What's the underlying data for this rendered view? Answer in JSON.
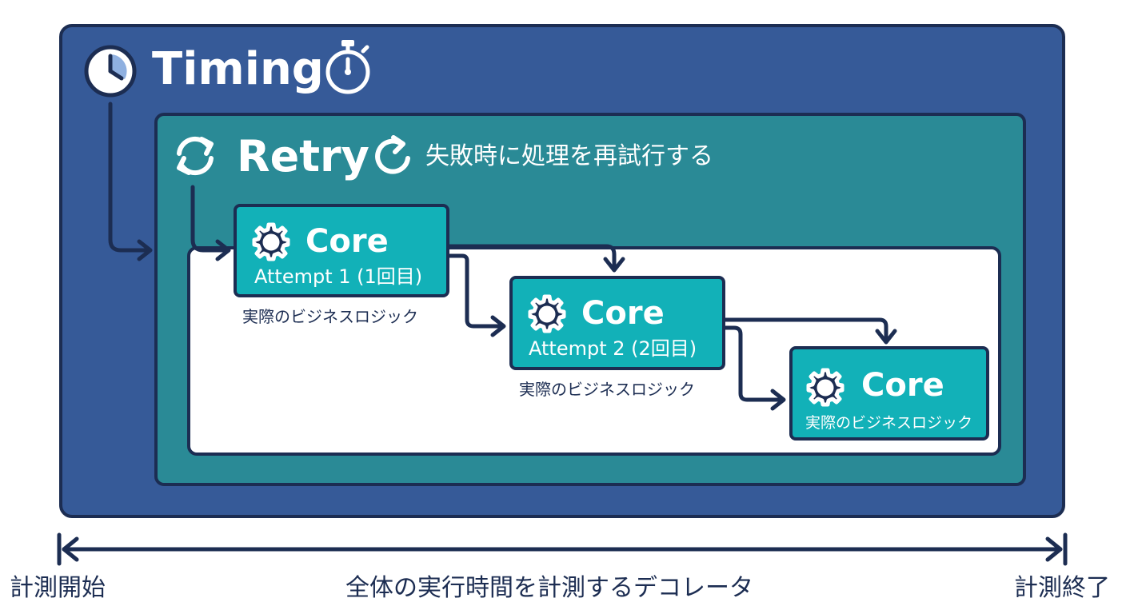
{
  "timing": {
    "title": "Timing",
    "icons": [
      "clock-icon",
      "stopwatch-icon"
    ]
  },
  "retry": {
    "title": "Retry",
    "description": "失敗時に処理を再試行する",
    "icons": [
      "sync-icon",
      "refresh-icon"
    ]
  },
  "cores": [
    {
      "title": "Core",
      "attempt": "Attempt 1 (1回目)",
      "note": "実際のビジネスロジック"
    },
    {
      "title": "Core",
      "attempt": "Attempt 2 (2回目)",
      "note": "実際のビジネスロジック"
    },
    {
      "title": "Core",
      "note": "実際のビジネスロジック"
    }
  ],
  "timeline": {
    "start": "計測開始",
    "center": "全体の実行時間を計測するデコレータ",
    "end": "計測終了"
  },
  "colors": {
    "timing_bg": "#365a98",
    "retry_bg": "#2a8a96",
    "core_bg": "#12b1b8",
    "outline": "#1c2d52"
  }
}
